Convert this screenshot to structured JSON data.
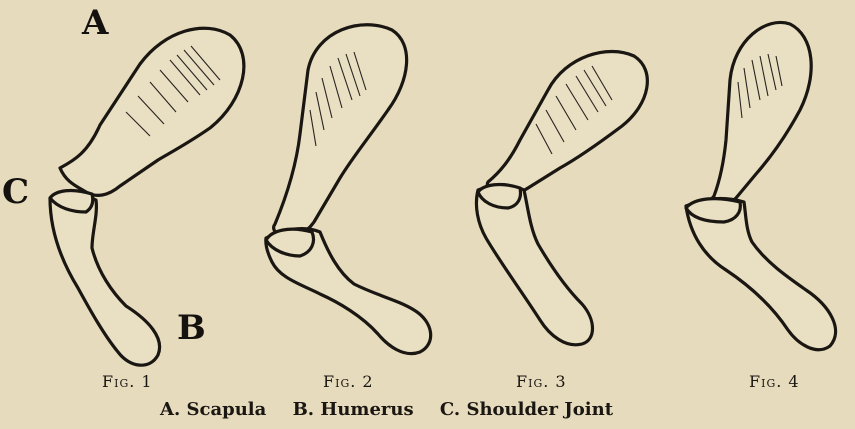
{
  "labels": {
    "scapula_letter": "A",
    "humerus_letter": "B",
    "joint_letter": "C"
  },
  "figures": [
    "Fig. 1",
    "Fig. 2",
    "Fig. 3",
    "Fig. 4"
  ],
  "legend": {
    "scapula": "A. Scapula",
    "humerus": "B. Humerus",
    "joint": "C. Shoulder Joint"
  },
  "colors": {
    "paper": "#e6dbbd",
    "ink": "#1a1612"
  }
}
